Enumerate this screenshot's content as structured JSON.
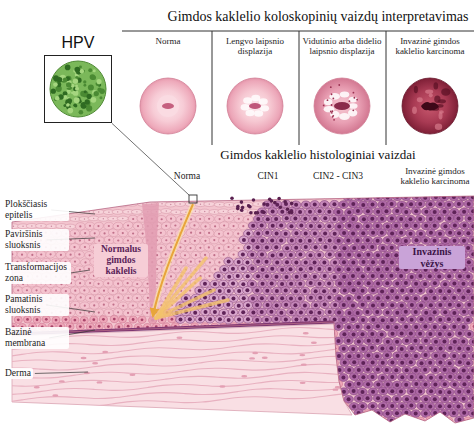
{
  "diagram": {
    "title": "Gimdos kaklelio koloskopinių vaizdų interpretavimas",
    "nodes": [
      {
        "text": [
          "HPV"
        ]
      }
    ],
    "labels": [
      "Norma",
      "Lengvo laipsnio displazija",
      "Vidutinio arba didelio laipsnio displazija",
      "Invazinė gimdos kaklelio karcinoma",
      "Gimdos kaklelio histologiniai vaizdai",
      "Norma",
      "CIN1",
      "CIN2 - CIN3",
      "Invazinė gimdos kaklelio karcinoma",
      "Plokščiasis epitelis",
      "Paviršinis sluoksnis",
      "Transformacijos zona",
      "Pamatinis sluoksnis",
      "Bazinė membrana",
      "Derma",
      "Normalus gimdos kaklelis",
      "Invazinis vėžys"
    ]
  }
}
